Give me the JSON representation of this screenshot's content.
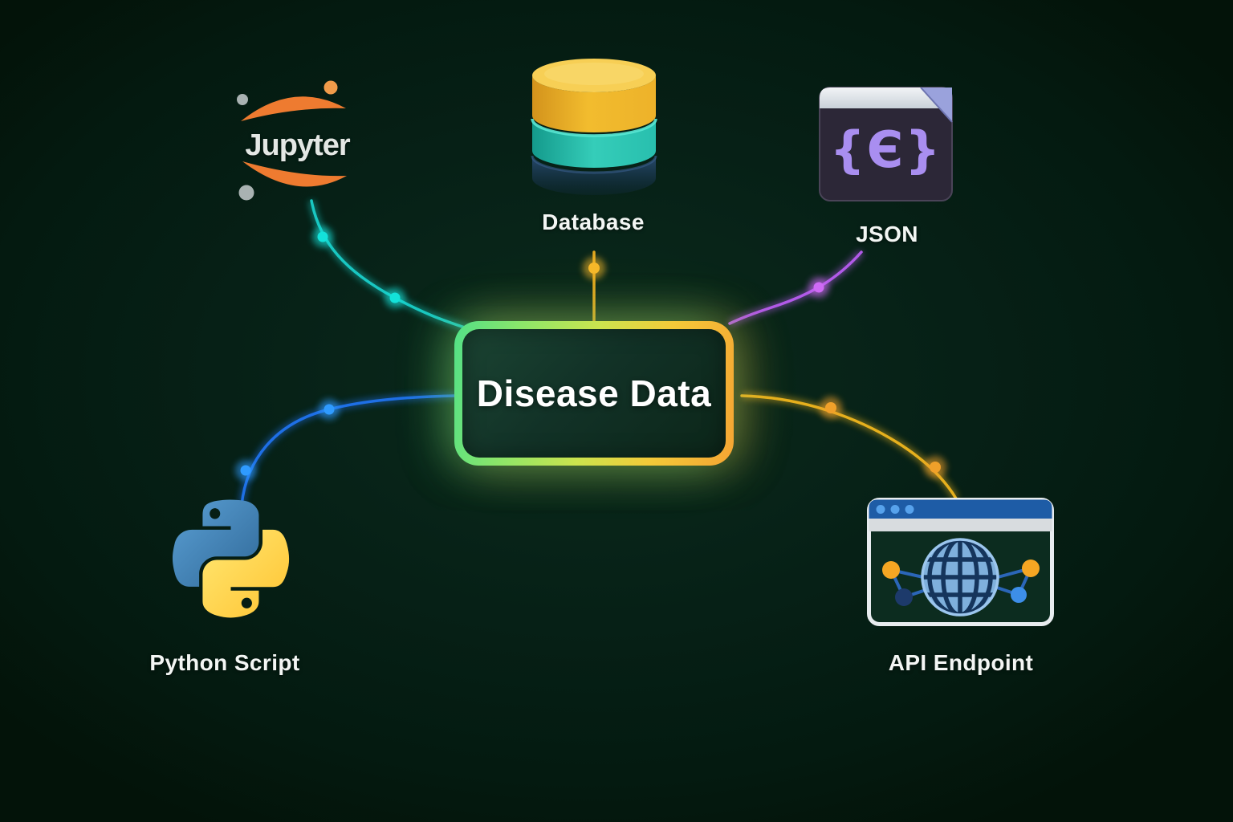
{
  "center": {
    "label": "Disease Data"
  },
  "nodes": {
    "jupyter": {
      "label": "Jupyter"
    },
    "database": {
      "label": "Database"
    },
    "json": {
      "label": "JSON",
      "glyph": "{Є}"
    },
    "python": {
      "label": "Python Script"
    },
    "api": {
      "label": "API Endpoint"
    }
  },
  "connections": {
    "jupyter": {
      "line": "#19c7c2",
      "dot": "#13e2da"
    },
    "database": {
      "line": "#e2a71f",
      "dot": "#f6b82a"
    },
    "json": {
      "line": "#b15ae8",
      "dot": "#cf6af5"
    },
    "python": {
      "line": "#1e6fe6",
      "dot": "#2f9bff"
    },
    "api": {
      "line": "#e6b01d",
      "dot": "#f0a02a"
    }
  },
  "palette": {
    "background": "#05190f",
    "center_border_green": "#52e087",
    "center_border_orange": "#f5a533",
    "jupyter_orange": "#ee7b30",
    "jupyter_dot_orange": "#f09b4a",
    "jupyter_gray": "#a9b2b2",
    "db_yellow": "#f2bd31",
    "db_teal": "#2cc7b2",
    "db_navy": "#24456b",
    "json_purple": "#a98ef0",
    "python_blue": "#3a7ab8",
    "python_yellow": "#ffd83e",
    "api_bar_blue": "#1e5ca6",
    "api_globe_blue": "#7fb0dc",
    "api_node_orange": "#f5a623"
  }
}
